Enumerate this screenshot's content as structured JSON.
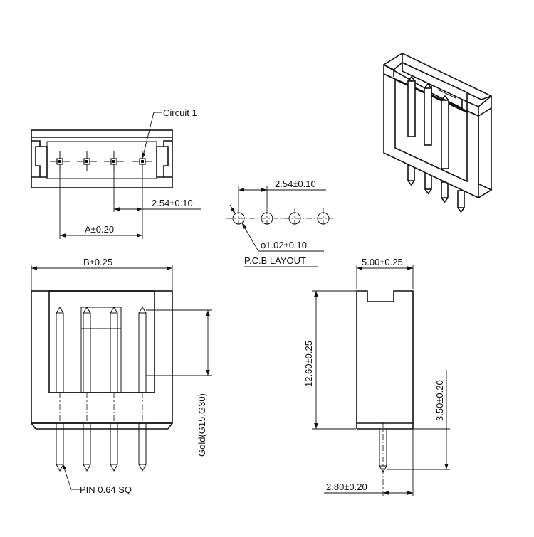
{
  "labels": {
    "circuit": "Circuit 1",
    "pitch_top": "2.54±0.10",
    "dim_a": "A±0.20",
    "pcb_pitch": "2.54±0.10",
    "hole_dia": "ϕ1.02±0.10",
    "pcb_layout": "P.C.B LAYOUT",
    "dim_b": "B±0.25",
    "gold": "Gold(G15,G30)",
    "pin": "PIN 0.64 SQ",
    "width_side": "5.00±0.25",
    "height_side": "12.60±0.25",
    "pin_len": "3.50±0.20",
    "pin_off": "2.80±0.20"
  }
}
